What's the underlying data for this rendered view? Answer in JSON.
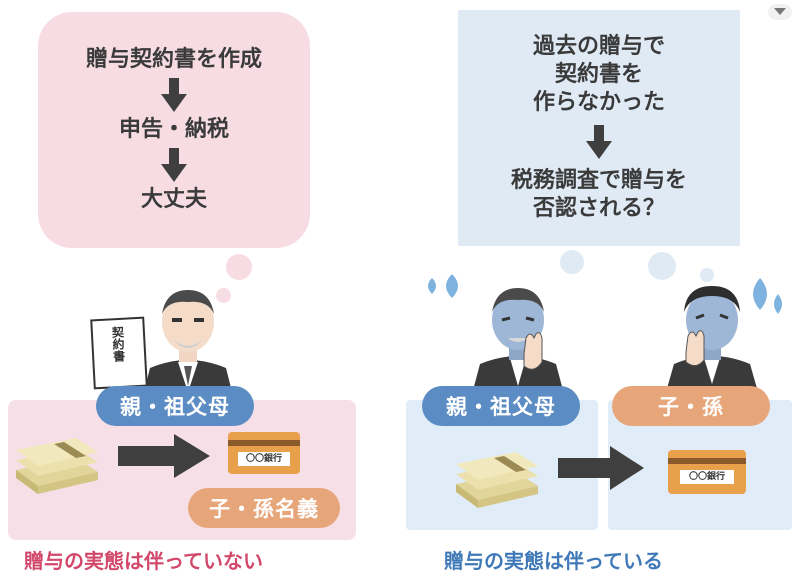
{
  "left": {
    "steps": [
      "贈与契約書を作成",
      "申告・納税",
      "大丈夫"
    ],
    "person_label": "親・祖父母",
    "recipient_label": "子・孫名義",
    "document_label": "契約書",
    "bank_label": "〇〇銀行",
    "caption": "贈与の実態は伴っていない"
  },
  "right": {
    "step1": "過去の贈与で\n契約書を\n作らなかった",
    "step2": "税務調査で贈与を\n否認される？",
    "person_label": "親・祖父母",
    "recipient_label": "子・孫",
    "bank_label": "〇〇銀行",
    "caption": "贈与の実態は伴っている"
  },
  "colors": {
    "pink_bubble": "#f7dde3",
    "blue_bubble": "#dfeaf5",
    "pill_blue": "#5b8dc4",
    "pill_orange": "#e7a679",
    "caption_red": "#d2486b",
    "caption_blue": "#3f79b7",
    "arrow": "#3f3f3f"
  }
}
